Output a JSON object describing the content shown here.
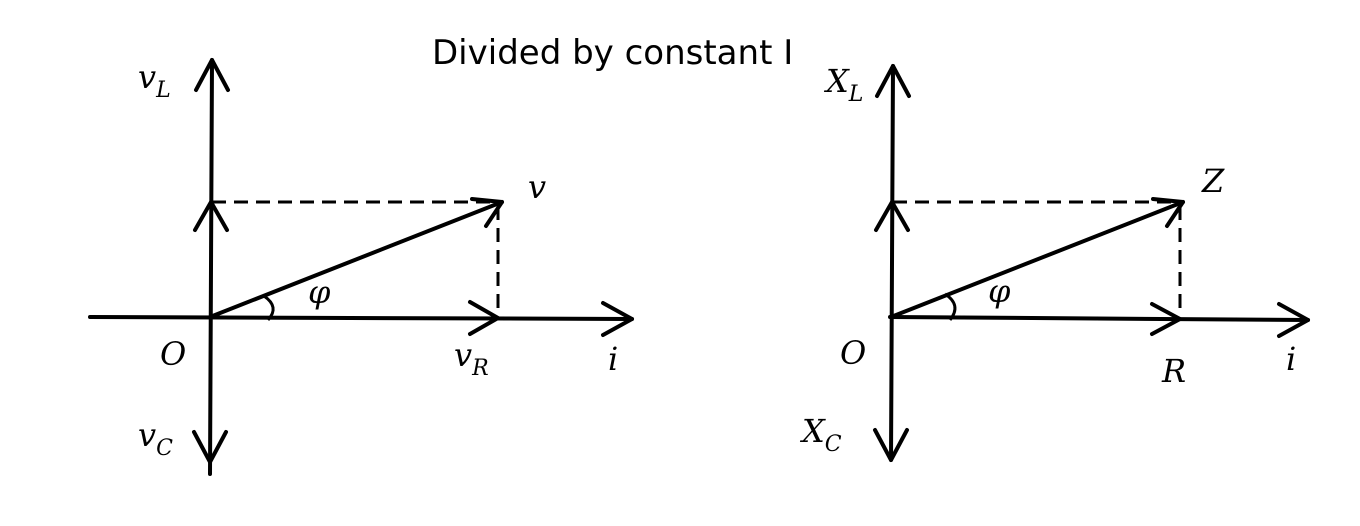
{
  "title": "Divided by constant I",
  "left": {
    "v_L": {
      "main": "v",
      "sub": "L"
    },
    "v": {
      "main": "v"
    },
    "phi": "φ",
    "O": "O",
    "v_R": {
      "main": "v",
      "sub": "R"
    },
    "i": "i",
    "v_C": {
      "main": "v",
      "sub": "C"
    }
  },
  "right": {
    "X_L": {
      "main": "X",
      "sub": "L"
    },
    "Z": "Z",
    "phi": "φ",
    "O": "O",
    "R": "R",
    "i": "i",
    "X_C": {
      "main": "X",
      "sub": "C"
    }
  }
}
